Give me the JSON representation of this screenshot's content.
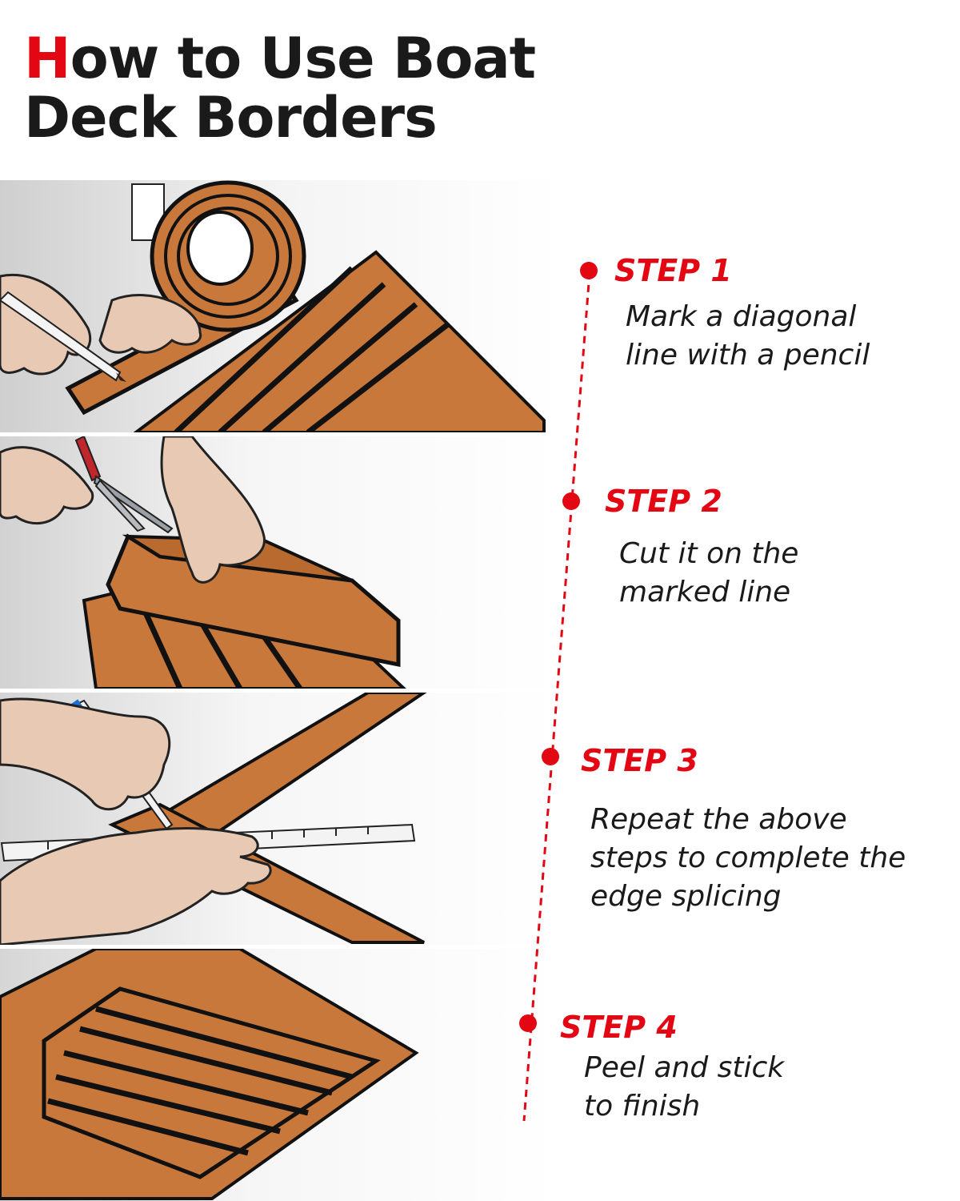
{
  "title": {
    "first_letter": "H",
    "line1_rest": "ow to Use Boat",
    "line2": "Deck Borders"
  },
  "colors": {
    "accent": "#e30613",
    "teak": "#c8783a",
    "groove": "#111111",
    "skin": "#e8c9b4",
    "text": "#1a1a1a"
  },
  "steps": [
    {
      "label": "STEP 1",
      "desc": [
        "Mark a diagonal",
        "line with a pencil"
      ]
    },
    {
      "label": "STEP 2",
      "desc": [
        "Cut it on the",
        "marked line"
      ]
    },
    {
      "label": "STEP 3",
      "desc": [
        "Repeat the above",
        "steps to complete the",
        "edge splicing"
      ]
    },
    {
      "label": "STEP 4",
      "desc": [
        "Peel and stick",
        "to finish"
      ]
    }
  ]
}
